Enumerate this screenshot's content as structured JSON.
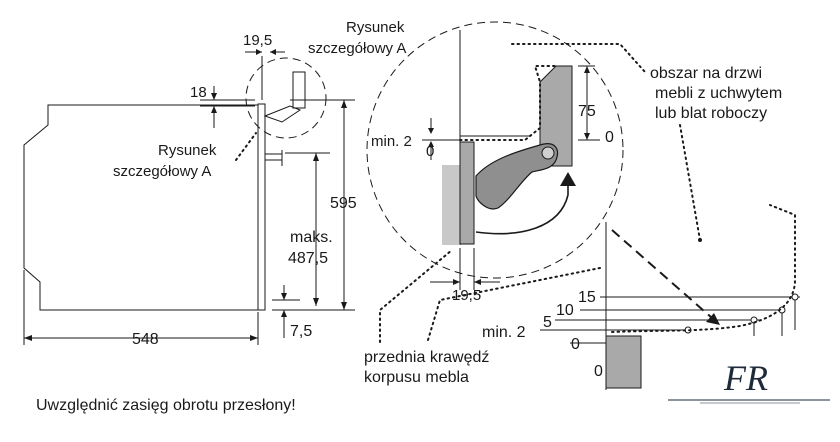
{
  "labels": {
    "detail_a_top": [
      "Rysunek",
      "szczegółowy A"
    ],
    "detail_a_left": [
      "Rysunek",
      "szczegółowy A"
    ],
    "furniture_door_area": [
      "obszar na drzwi",
      "mebli z uchwytem",
      "lub blat roboczy"
    ],
    "front_edge": [
      "przednia krawędź",
      "korpusu mebla"
    ],
    "note": "Uwzględnić zasięg obrotu przesłony!",
    "max_label": "maks."
  },
  "dimensions": {
    "d19_5_top": "19,5",
    "d18": "18",
    "d595": "595",
    "d487_5": "487,5",
    "d548": "548",
    "d7_5": "7,5",
    "d75": "75",
    "d0_right": "0",
    "min2_detail": "min. 2",
    "d0_detail": "0",
    "d19_5_detail": "19,5",
    "scale_15": "15",
    "scale_10": "10",
    "scale_5": "5",
    "min2_scale": "min. 2",
    "scale_0": "0",
    "scale_0b": "0"
  },
  "logo": {
    "text": "FR"
  }
}
